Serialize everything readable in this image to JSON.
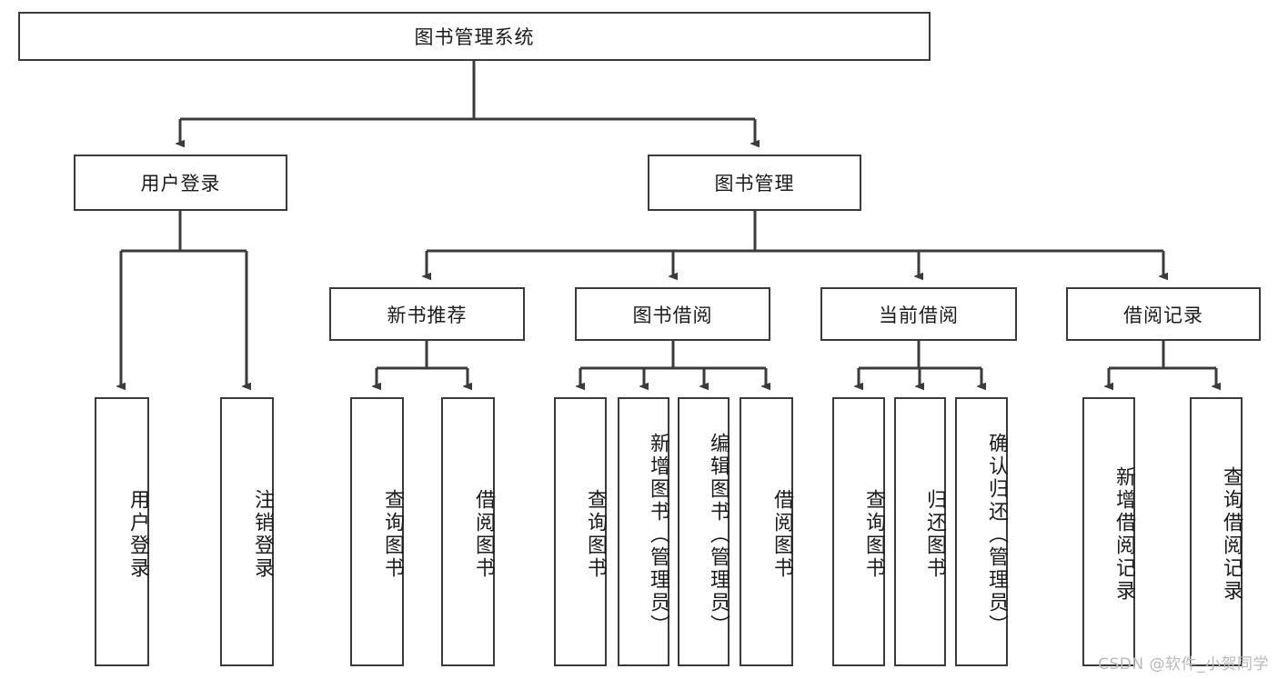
{
  "diagram": {
    "title": "图书管理系统",
    "type": "tree-hierarchy",
    "colors": {
      "box_border": "#3b3b3b",
      "box_fill": "#ffffff",
      "connector": "#3b3b3b",
      "text": "#1b1b1b",
      "watermark": "#b9b9b9",
      "background": "#ffffff"
    },
    "root": {
      "label": "图书管理系统"
    },
    "level2": [
      {
        "label": "用户登录"
      },
      {
        "label": "图书管理"
      }
    ],
    "level3": [
      {
        "label": "新书推荐"
      },
      {
        "label": "图书借阅"
      },
      {
        "label": "当前借阅"
      },
      {
        "label": "借阅记录"
      }
    ],
    "leaves": {
      "user_login": [
        {
          "label": "用户登录"
        },
        {
          "label": "注销登录"
        }
      ],
      "new_book_recommend": [
        {
          "label": "查询图书"
        },
        {
          "label": "借阅图书"
        }
      ],
      "book_borrow": [
        {
          "label": "查询图书"
        },
        {
          "label": "新增图书（管理员）"
        },
        {
          "label": "编辑图书（管理员）"
        },
        {
          "label": "借阅图书"
        }
      ],
      "current_borrow": [
        {
          "label": "查询图书"
        },
        {
          "label": "归还图书"
        },
        {
          "label": "确认归还（管理员）"
        }
      ],
      "borrow_record": [
        {
          "label": "新增借阅记录"
        },
        {
          "label": "查询借阅记录"
        }
      ]
    }
  },
  "watermark": {
    "text": "CSDN @软件_小贺同学"
  }
}
